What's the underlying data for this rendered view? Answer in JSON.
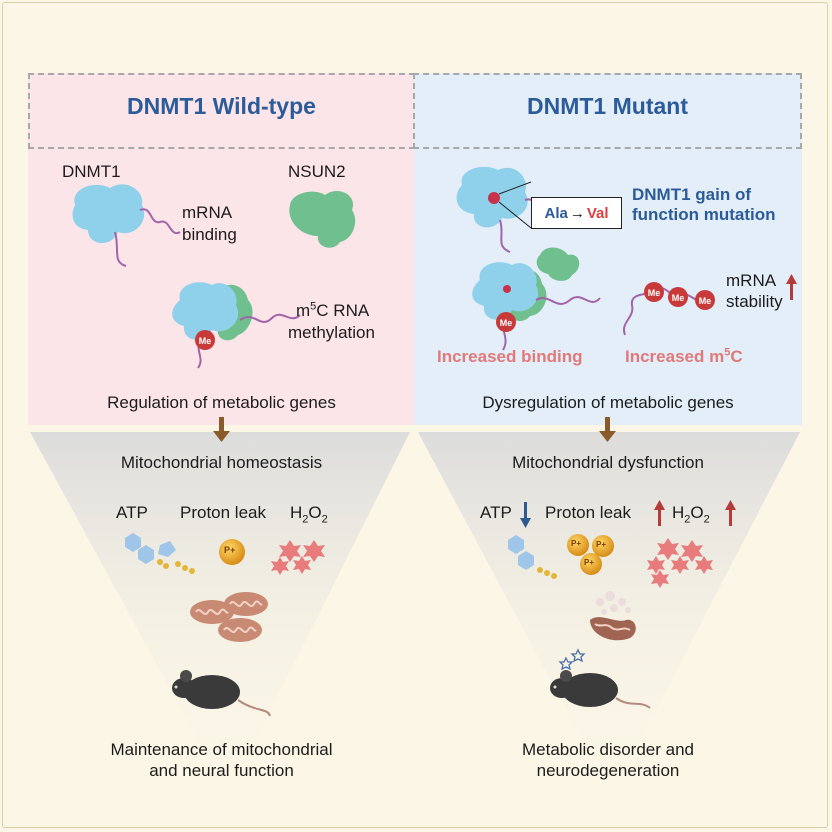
{
  "colors": {
    "background": "#fbf6e6",
    "wildtype_panel": "#fbe5e9",
    "mutant_panel": "#e3eef9",
    "title": "#2c5b9a",
    "highlight": "#e07a7a",
    "arrow": "#8b5a2b",
    "up_arrow": "#b53a3a",
    "down_arrow": "#2f5a8f"
  },
  "wildtype": {
    "title": "DNMT1 Wild-type",
    "dnmt1_label": "DNMT1",
    "nsun2_label": "NSUN2",
    "mrna_binding_line1": "mRNA",
    "mrna_binding_line2": "binding",
    "m5c_m": "m",
    "m5c_sup": "5",
    "m5c_rest": "C RNA",
    "methylation": "methylation",
    "me_label": "Me",
    "regulation": "Regulation of metabolic genes",
    "mito_state": "Mitochondrial homeostasis",
    "atp": "ATP",
    "proton_leak": "Proton leak",
    "h2o2_h": "H",
    "h2o2_2a": "2",
    "h2o2_o": "O",
    "h2o2_2b": "2",
    "outcome_line1": "Maintenance of mitochondrial",
    "outcome_line2": "and neural function"
  },
  "mutant": {
    "title": "DNMT1 Mutant",
    "ala": "Ala",
    "arrow": "→",
    "val": "Val",
    "gain_line1": "DNMT1 gain of",
    "gain_line2": "function mutation",
    "increased_binding": "Increased binding",
    "increased_m5c_prefix": "Increased  m",
    "increased_m5c_sup": "5",
    "increased_m5c_suffix": "C",
    "mrna_label": "mRNA",
    "stability_label": "stability",
    "me_label": "Me",
    "dysregulation": "Dysregulation of metabolic genes",
    "mito_state": "Mitochondrial dysfunction",
    "atp": "ATP",
    "proton_leak": "Proton leak",
    "h2o2_h": "H",
    "h2o2_2a": "2",
    "h2o2_o": "O",
    "h2o2_2b": "2",
    "pplus": "P+",
    "outcome_line1": "Metabolic disorder and",
    "outcome_line2": "neurodegeneration"
  }
}
